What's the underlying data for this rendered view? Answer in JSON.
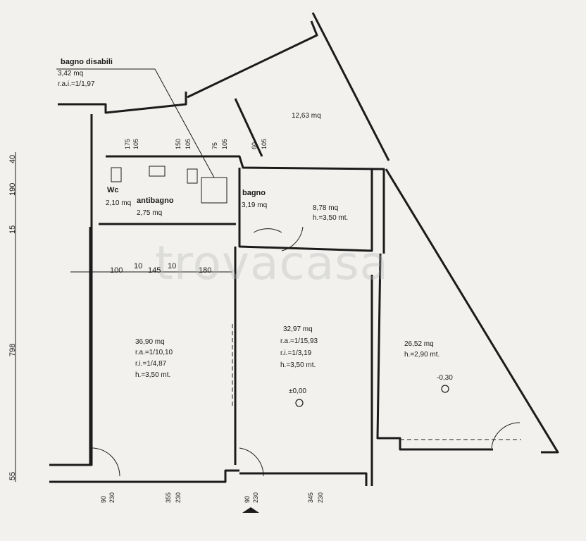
{
  "watermark": "trovacasa",
  "rooms": {
    "bagno_disabili": {
      "name": "bagno disabili",
      "area": "3,42 mq",
      "rai": "r.a.i.=1/1,97"
    },
    "wc": {
      "name": "Wc",
      "area": "2,10 mq"
    },
    "antibagno": {
      "name": "antibagno",
      "area": "2,75 mq"
    },
    "bagno": {
      "name": "bagno",
      "area": "3,19 mq"
    },
    "room_top": {
      "area": "12,63 mq"
    },
    "room_right_small": {
      "area": "8,78 mq",
      "height": "h.=3,50 mt."
    },
    "room_left": {
      "area": "36,90 mq",
      "ra": "r.a.=1/10,10",
      "ri": "r.i.=1/4,87",
      "height": "h.=3,50 mt."
    },
    "room_center": {
      "area": "32,97 mq",
      "ra": "r.a.=1/15,93",
      "ri": "r.i.=1/3,19",
      "height": "h.=3,50 mt.",
      "level": "±0,00"
    },
    "room_triangle": {
      "area": "26,52 mq",
      "height": "h.=2,90 mt.",
      "level": "-0,30"
    }
  },
  "dims": {
    "horizontal_row": [
      "100",
      "10",
      "145",
      "10",
      "180"
    ],
    "top_small": [
      "175",
      "105",
      "150",
      "105",
      "75",
      "105",
      "60",
      "105"
    ],
    "bottom": [
      "90",
      "230",
      "355",
      "230",
      "90",
      "230",
      "345",
      "230"
    ],
    "left": [
      "40",
      "190",
      "15",
      "798",
      "55"
    ]
  },
  "colors": {
    "ink": "#1b1b1b",
    "paper": "#f2f1ee"
  }
}
